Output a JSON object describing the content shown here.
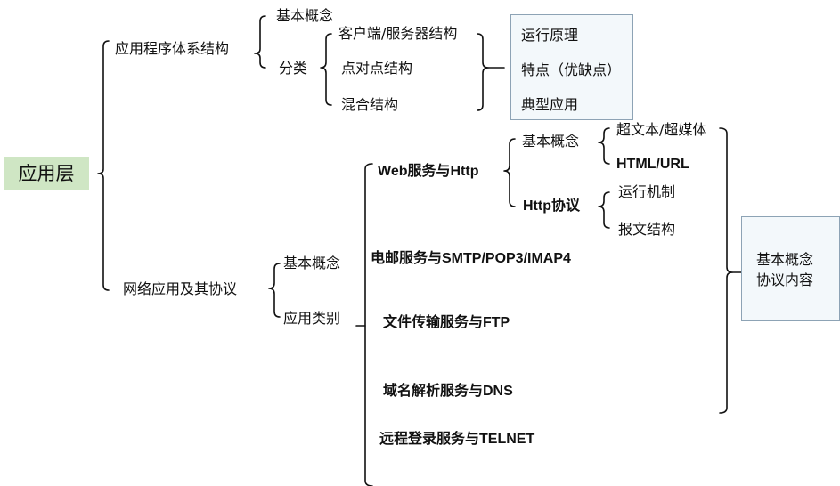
{
  "root": "应用层",
  "branch1": {
    "label": "应用程序体系结构",
    "concept": "基本概念",
    "types": "分类",
    "items": [
      "客户端/服务器结构",
      "点对点结构",
      "混合结构"
    ],
    "box": [
      "运行原理",
      "特点（优缺点）",
      "典型应用"
    ]
  },
  "branch2": {
    "label": "网络应用及其协议",
    "concept": "基本概念",
    "categories": "应用类别",
    "web": {
      "label": "Web服务与Http",
      "concept": "基本概念",
      "concept_items": [
        "超文本/超媒体",
        "HTML/URL"
      ],
      "http": "Http协议",
      "http_items": [
        "运行机制",
        "报文结构"
      ]
    },
    "services": [
      "电邮服务与SMTP/POP3/IMAP4",
      "文件传输服务与FTP",
      "域名解析服务与DNS",
      "远程登录服务与TELNET"
    ],
    "box": [
      "基本概念",
      "协议内容"
    ]
  }
}
